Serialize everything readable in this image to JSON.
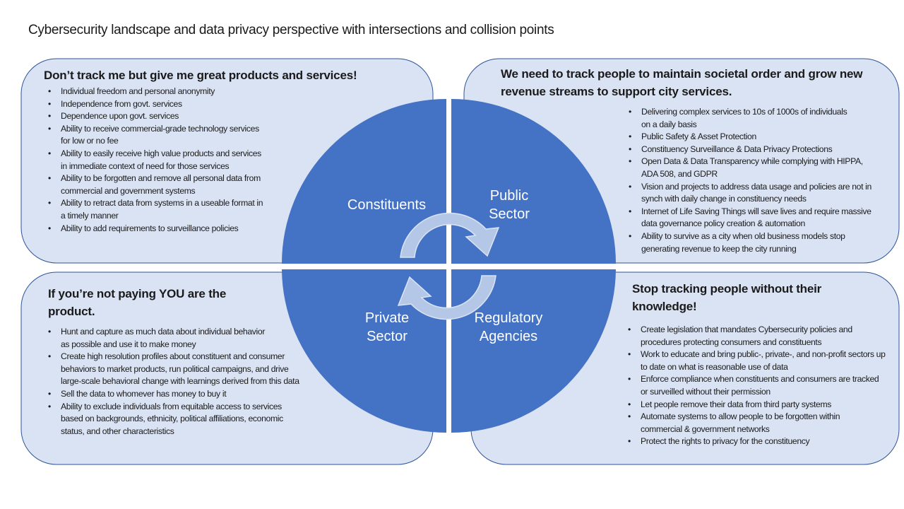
{
  "title": "Cybersecurity landscape and data privacy perspective with intersections and collision points",
  "quadrants": {
    "constituents": "Constituents",
    "public_sector": [
      "Public",
      "Sector"
    ],
    "private_sector": [
      "Private",
      "Sector"
    ],
    "regulatory": [
      "Regulatory",
      "Agencies"
    ]
  },
  "panels": {
    "top_left": {
      "heading": "Don’t track me but give me great products and services!",
      "items": [
        "Individual freedom and personal anonymity",
        "Independence from govt. services",
        "Dependence upon govt. services",
        "Ability to receive commercial-grade technology services for low or no fee",
        "Ability to easily receive high value products and services in immediate context of need for those services",
        "Ability to be forgotten and remove all personal data from commercial and government systems",
        "Ability to retract data from systems in a useable format in a timely manner",
        "Ability to add requirements to surveillance policies"
      ]
    },
    "top_right": {
      "heading": "We need to track people to maintain societal order and grow new revenue streams to support city services.",
      "items": [
        "Delivering complex services to 10s of 1000s of individuals on a daily basis",
        "Public Safety & Asset Protection",
        "Constituency Surveillance & Data Privacy Protections",
        "Open Data & Data Transparency while complying with HIPPA, ADA 508, and GDPR",
        "Vision and projects to address data usage and policies are not in synch with daily change in constituency needs",
        "Internet of Life Saving Things will save lives and require massive data governance policy creation & automation",
        "Ability to survive as a city when old business models stop generating revenue to keep the city running"
      ]
    },
    "bottom_left": {
      "heading": "If you’re not paying YOU are the product.",
      "items": [
        "Hunt and capture as much data about individual behavior as possible and use it to make money",
        "Create high resolution profiles about constituent and consumer behaviors to market products, run political campaigns, and drive large-scale behavioral change with learnings derived from this data",
        "Sell the data to whomever has money to buy it",
        "Ability to exclude individuals from equitable access to services based on backgrounds, ethnicity, political affiliations, economic status, and other characteristics"
      ]
    },
    "bottom_right": {
      "heading": "Stop tracking people without their knowledge!",
      "items": [
        "Create legislation that mandates Cybersecurity policies and procedures protecting consumers and constituents",
        "Work to educate and bring public-, private-, and non-profit sectors up to date on what is reasonable use of data",
        "Enforce compliance when constituents and consumers are tracked or surveilled without their permission",
        "Let people remove their data from third party systems",
        "Automate systems to allow people to be forgotten within commercial & government networks",
        "Protect the rights to privacy for the constituency"
      ]
    }
  },
  "colors": {
    "panel_fill": "#dae3f3",
    "panel_border": "#2f5597",
    "circle": "#4472c4",
    "arrow": "#b4c7e7"
  }
}
